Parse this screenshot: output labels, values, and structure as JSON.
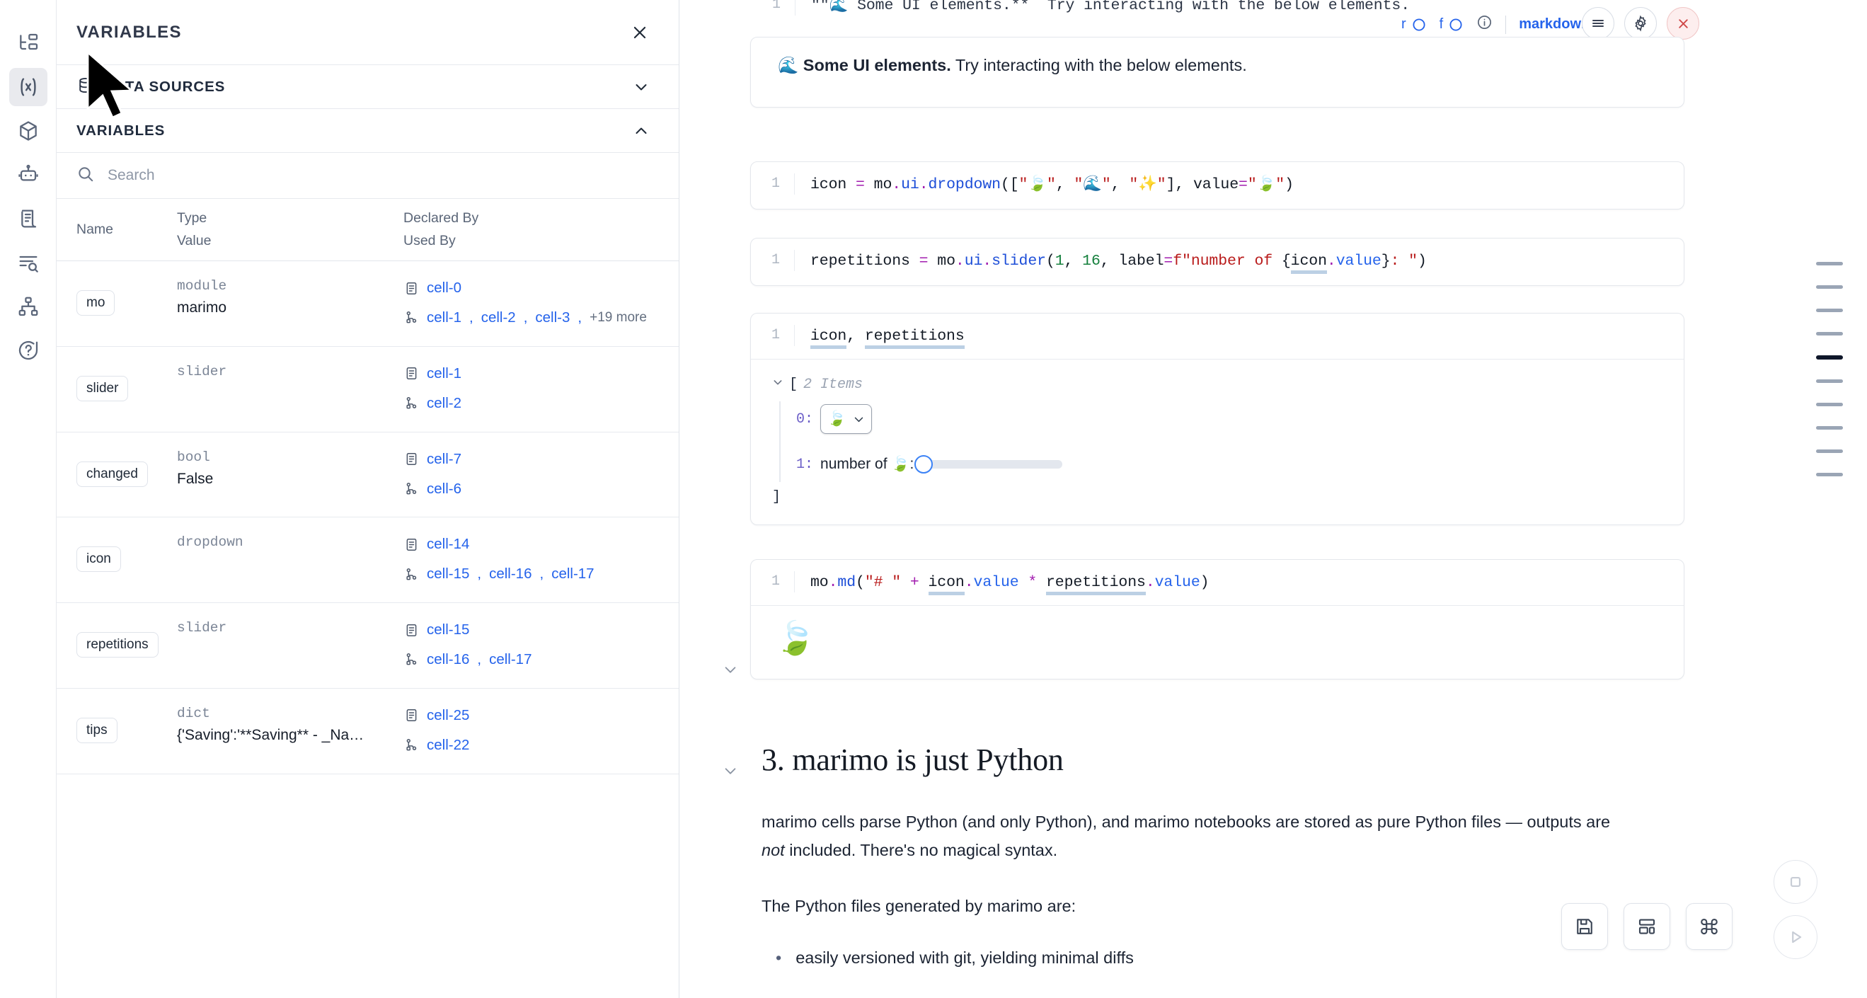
{
  "rail": {
    "items": [
      {
        "name": "file-explorer-icon",
        "active": false
      },
      {
        "name": "variables-icon",
        "active": true
      },
      {
        "name": "packages-icon",
        "active": false
      },
      {
        "name": "ai-assistant-icon",
        "active": false
      },
      {
        "name": "scratchpad-icon",
        "active": false
      },
      {
        "name": "logs-icon",
        "active": false
      },
      {
        "name": "dependency-graph-icon",
        "active": false
      },
      {
        "name": "help-icon",
        "active": false
      }
    ]
  },
  "panel": {
    "title": "VARIABLES",
    "close_label": "✕",
    "sections": [
      {
        "label": "DATA SOURCES",
        "expanded": false
      },
      {
        "label": "VARIABLES",
        "expanded": true
      }
    ],
    "search": {
      "placeholder": "Search",
      "value": ""
    },
    "table": {
      "headers": {
        "name": "Name",
        "type": "Type",
        "value": "Value",
        "declared_by": "Declared By",
        "used_by": "Used By"
      },
      "rows": [
        {
          "name": "mo",
          "type": "module",
          "value": "marimo",
          "declared_by": [
            "cell-0"
          ],
          "used_by": [
            "cell-1",
            "cell-2",
            "cell-3"
          ],
          "used_by_more": "+19 more"
        },
        {
          "name": "slider",
          "type": "slider",
          "value": "",
          "declared_by": [
            "cell-1"
          ],
          "used_by": [
            "cell-2"
          ],
          "used_by_more": ""
        },
        {
          "name": "changed",
          "type": "bool",
          "value": "False",
          "declared_by": [
            "cell-7"
          ],
          "used_by": [
            "cell-6"
          ],
          "used_by_more": ""
        },
        {
          "name": "icon",
          "type": "dropdown",
          "value": "",
          "declared_by": [
            "cell-14"
          ],
          "used_by": [
            "cell-15",
            "cell-16",
            "cell-17"
          ],
          "used_by_more": ""
        },
        {
          "name": "repetitions",
          "type": "slider",
          "value": "",
          "declared_by": [
            "cell-15"
          ],
          "used_by": [
            "cell-16",
            "cell-17"
          ],
          "used_by_more": ""
        },
        {
          "name": "tips",
          "type": "dict",
          "value": "{'Saving':'**Saving** - _Na…",
          "declared_by": [
            "cell-25"
          ],
          "used_by": [
            "cell-22"
          ],
          "used_by_more": ""
        }
      ]
    }
  },
  "notebook": {
    "cut_top_code": "\"\"🌊 Some UI elements.**  Try interacting with the below elements.",
    "toolbar": {
      "r_label": "r",
      "f_label": "f",
      "language": "markdown",
      "menu_icon": "hamburger-icon",
      "settings_icon": "gear-icon",
      "delete_icon": "close-icon"
    },
    "md_cell": {
      "emoji": "🌊",
      "bold_text": "Some UI elements.",
      "rest_text": " Try interacting with the below elements."
    },
    "cells": [
      {
        "line_no": "1",
        "code_plain": "icon = mo.ui.dropdown([\"🍃\", \"🌊\", \"✨\"], value=\"🍃\")"
      },
      {
        "line_no": "1",
        "code_plain": "repetitions = mo.ui.slider(1, 16, label=f\"number of {icon.value}: \")"
      },
      {
        "line_no": "1",
        "code_plain": "icon, repetitions"
      },
      {
        "line_no": "1",
        "code_plain": "mo.md(\"# \" + icon.value * repetitions.value)"
      }
    ],
    "output_list": {
      "open_bracket": "[",
      "items_count": "2 Items",
      "row0_index": "0:",
      "row0_value": "🍃",
      "row1_index": "1:",
      "row1_label": "number of 🍃:",
      "slider_value": 1,
      "slider_min": 1,
      "slider_max": 16,
      "close_bracket": "]"
    },
    "md_output_emoji": "🍃",
    "doc": {
      "heading": "3. marimo is just Python",
      "p1_a": "marimo cells parse Python (and only Python), and marimo notebooks are stored as pure Python files — outputs are ",
      "p1_i": "not",
      "p1_b": " included. There's no magical syntax.",
      "p2": "The Python files generated by marimo are:",
      "li1": "easily versioned with git, yielding minimal diffs",
      "bullet_glyph": "•"
    }
  },
  "minimap": {
    "dashes": [
      {
        "active": false
      },
      {
        "active": false
      },
      {
        "active": false
      },
      {
        "active": false
      },
      {
        "active": true
      },
      {
        "active": false
      },
      {
        "active": false
      },
      {
        "active": false
      },
      {
        "active": false
      },
      {
        "active": false
      }
    ]
  },
  "controls": {
    "save_icon": "save-icon",
    "layout_icon": "layout-icon",
    "command_icon": "command-palette-icon",
    "stop_icon": "stop-icon",
    "run_icon": "run-icon"
  },
  "colors": {
    "link": "#2563eb",
    "accent_green": "#15803d",
    "string_red": "#b91c1c",
    "keyword_purple": "#a21caf",
    "panel_border": "#e7e9ee"
  }
}
